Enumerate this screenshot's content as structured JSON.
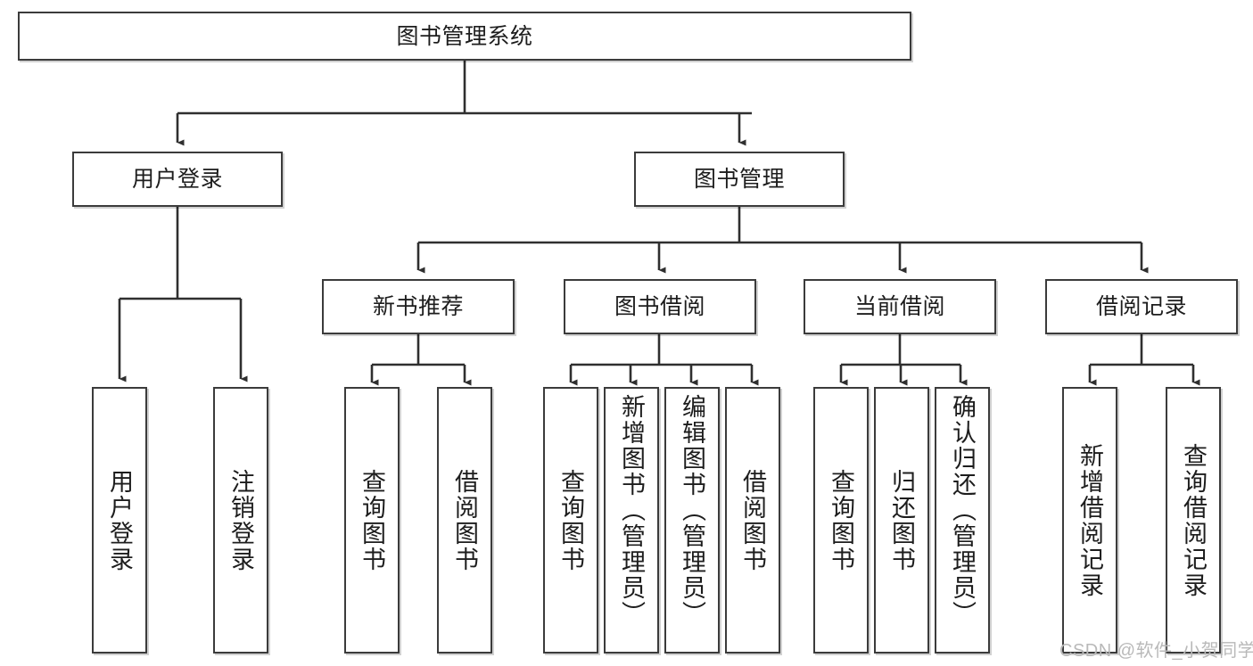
{
  "diagram": {
    "type": "tree-hierarchy-chart",
    "title": "图书管理系统",
    "root": {
      "label": "图书管理系统"
    },
    "level1": [
      {
        "label": "用户登录"
      },
      {
        "label": "图书管理"
      }
    ],
    "level2": [
      {
        "label": "新书推荐"
      },
      {
        "label": "图书借阅"
      },
      {
        "label": "当前借阅"
      },
      {
        "label": "借阅记录"
      }
    ],
    "leaves": {
      "user_login": [
        {
          "label": "用户登录"
        },
        {
          "label": "注销登录"
        }
      ],
      "new_book_recommend": [
        {
          "label": "查询图书"
        },
        {
          "label": "借阅图书"
        }
      ],
      "book_borrow": [
        {
          "label": "查询图书"
        },
        {
          "label": "新增图书（管理员）"
        },
        {
          "label": "编辑图书（管理员）"
        },
        {
          "label": "借阅图书"
        }
      ],
      "current_borrow": [
        {
          "label": "查询图书"
        },
        {
          "label": "归还图书"
        },
        {
          "label": "确认归还（管理员）"
        }
      ],
      "borrow_record": [
        {
          "label": "新增借阅记录"
        },
        {
          "label": "查询借阅记录"
        }
      ]
    }
  },
  "watermark": {
    "text": "CSDN @软件_小贺同学"
  },
  "colors": {
    "stroke": "#3b3b3b",
    "background": "#ffffff",
    "text": "#1d1d1d",
    "watermark": "#b9b9b9"
  }
}
